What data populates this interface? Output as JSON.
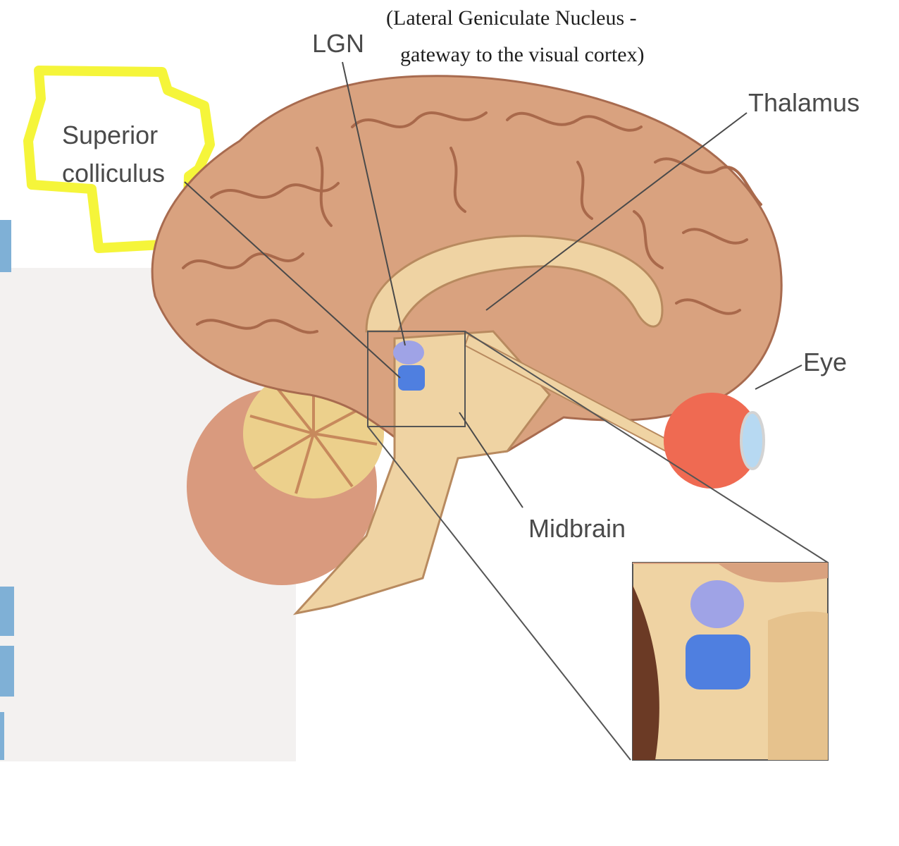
{
  "labels": {
    "lgn": "LGN",
    "lgn_note_line1": "(Lateral Geniculate Nucleus -",
    "lgn_note_line2": "gateway to the visual cortex)",
    "thalamus": "Thalamus",
    "superior_line1": "Superior",
    "superior_line2": "colliculus",
    "eye": "Eye",
    "midbrain": "Midbrain"
  },
  "colors": {
    "highlight": "#f5f53a",
    "cortex": "#d9a27f",
    "brainstem": "#efd3a3",
    "lgn_nucleus": "#9fa3e6",
    "superior_colliculus_nucleus": "#4f7fe0",
    "eye": "#ef6a52",
    "side_marker": "#7fb0d6"
  }
}
